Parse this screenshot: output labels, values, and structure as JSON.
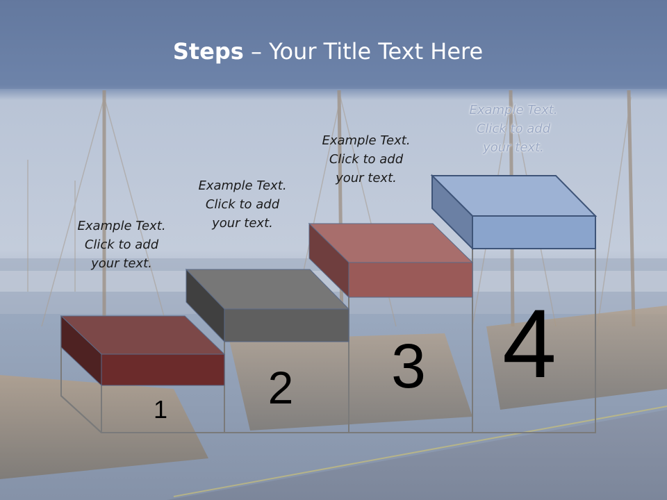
{
  "slide": {
    "title_bold": "Steps",
    "title_rest": " – Your Title Text Here"
  },
  "steps": [
    {
      "number": "1",
      "text": [
        "Example Text.",
        "Click  to add",
        "your text."
      ],
      "color": "#6b2b2b"
    },
    {
      "number": "2",
      "text": [
        "Example Text.",
        "Click  to add",
        "your text."
      ],
      "color": "#5f5f5f"
    },
    {
      "number": "3",
      "text": [
        "Example Text.",
        "Click  to add",
        "your text."
      ],
      "color": "#9a5a58"
    },
    {
      "number": "4",
      "text": [
        "Example Text.",
        "Click  to add",
        "your text."
      ],
      "color": "#8aa4cc"
    }
  ],
  "colors": {
    "header_band": "#6a80a6",
    "background": "#b8c2d2",
    "outline": "#7a7a7a"
  }
}
